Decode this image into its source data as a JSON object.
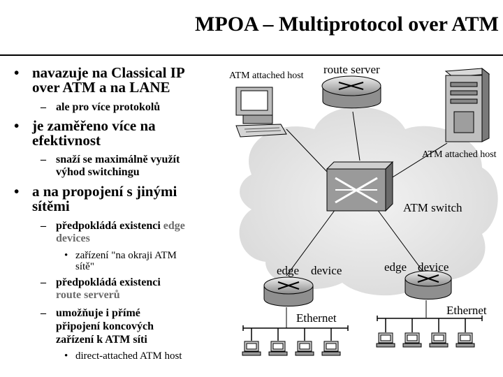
{
  "title": "MPOA – Multiprotocol over ATM",
  "bullets": [
    {
      "line1": "navazuje na Classical IP",
      "line2": "over ATM a na LANE"
    },
    {
      "sub": "ale pro více protokolů"
    },
    {
      "line1": "je zaměřeno více na",
      "line2": "efektivnost"
    },
    {
      "sub1": "snaží se maximálně využít",
      "sub2": "výhod switchingu"
    },
    {
      "line1": "a na propojení s jinými",
      "line2": "sítěmi"
    },
    {
      "sub_a": "předpokládá existenci ",
      "sub_b": "edge",
      "sub_c": "devices"
    },
    {
      "s1": "zařízení \"na okraji ATM",
      "s2": "sítě\""
    },
    {
      "sub_a": "předpokládá existenci",
      "sub_b": "route serverů"
    },
    {
      "l1": "umožňuje i přímé",
      "l2": "připojení koncových",
      "l3": "zařízení k ATM síti"
    },
    {
      "s": "direct-attached ATM host"
    }
  ],
  "diagram": {
    "atm_host_left": "ATM attached host",
    "route_server": "route server",
    "atm_host_right": "ATM attached host",
    "atm_switch": "ATM switch",
    "edge_left_a": "edge",
    "edge_left_b": "device",
    "edge_right_a": "edge",
    "edge_right_b": "device",
    "ethernet_left": "Ethernet",
    "ethernet_right": "Ethernet"
  },
  "icons": [
    "workstation-icon",
    "router-icon",
    "server-tower-icon",
    "atm-switch-icon",
    "pc-icon",
    "cloud-shape"
  ],
  "colors": {
    "highlight": "#6b6b6b",
    "cloud": "#e6e6e6"
  }
}
